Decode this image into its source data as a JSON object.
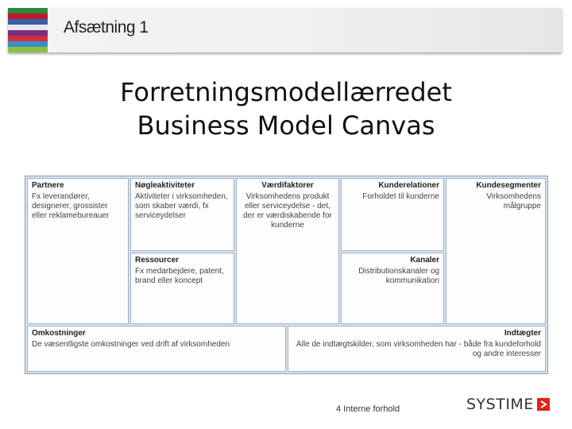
{
  "header": {
    "book_title": "Afsætning 1"
  },
  "slide": {
    "title_line1": "Forretningsmodellærredet",
    "title_line2": "Business Model Canvas"
  },
  "canvas": {
    "partners": {
      "heading": "Partnere",
      "text": "Fx leverandører, designerer, grossister eller reklamebureauer"
    },
    "key_activities": {
      "heading": "Nøgleaktiviteter",
      "text": "Aktiviteter i virksomheden, som skaber værdi, fx serviceydelser"
    },
    "value_propositions": {
      "heading": "Værdifaktorer",
      "text": "Virksomhedens produkt eller serviceydelse - det, der er værdiskabende for kunderne"
    },
    "customer_relations": {
      "heading": "Kunderelationer",
      "text": "Forholdet til kunderne"
    },
    "customer_segments": {
      "heading": "Kundesegmenter",
      "text": "Virksomhedens målgruppe"
    },
    "key_resources": {
      "heading": "Ressourcer",
      "text": "Fx medarbejdere, patent, brand eller koncept"
    },
    "channels": {
      "heading": "Kanaler",
      "text": "Distributionskanaler og kommunikation"
    },
    "cost_structure": {
      "heading": "Omkostninger",
      "text": "De væsentligste omkostninger ved drift af virksomheden"
    },
    "revenue_streams": {
      "heading": "Indtægter",
      "text": "Alle de indtægtskilder, som virksomheden har - både fra kundeforhold og andre interesser"
    }
  },
  "footer": {
    "chapter": "4 Interne forhold",
    "logo_text": "SYSTIME"
  },
  "colors": {
    "stripes": [
      "#2a8a3e",
      "#c0192b",
      "#3b5fa8",
      "#e8e8e8",
      "#7b2d7e",
      "#d1303f",
      "#3a8fc6",
      "#8fbf3f"
    ],
    "accent_red": "#e2231a"
  }
}
